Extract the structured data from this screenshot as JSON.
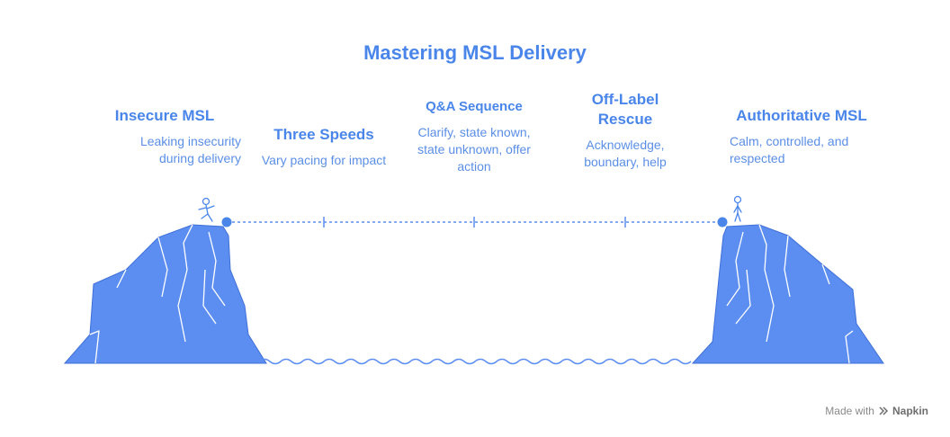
{
  "title": "Mastering MSL Delivery",
  "stages": [
    {
      "title": "Insecure MSL",
      "desc": "Leaking insecurity during delivery"
    },
    {
      "title": "Three Speeds",
      "desc": "Vary pacing for impact"
    },
    {
      "title": "Q&A Sequence",
      "desc": "Clarify, state known, state unknown, offer action"
    },
    {
      "title": "Off-Label Rescue",
      "desc": "Acknowledge, boundary, help"
    },
    {
      "title": "Authoritative MSL",
      "desc": "Calm, controlled, and respected"
    }
  ],
  "footer": {
    "made_with": "Made with",
    "brand": "Napkin"
  },
  "colors": {
    "accent": "#4a86ea",
    "rock": "#5b8ef0",
    "rock_dark": "#3f6fd8"
  }
}
